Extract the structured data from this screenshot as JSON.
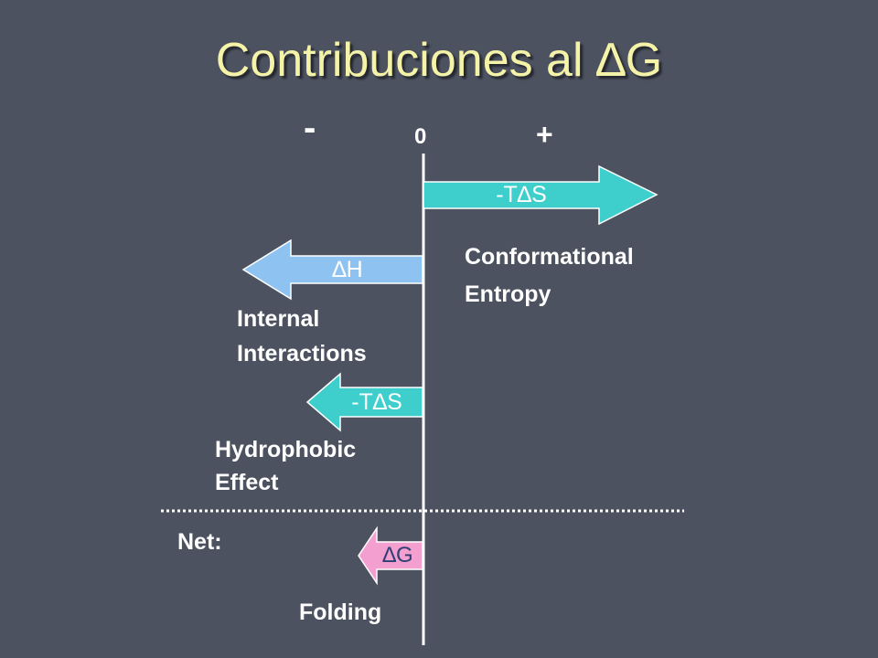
{
  "title": "Contribuciones al ∆G",
  "axis": {
    "minus": "-",
    "zero": "0",
    "plus": "+"
  },
  "arrows": [
    {
      "label": "-T∆S",
      "direction": "right",
      "color": "#3ecfcc",
      "text_color": "#ffffff"
    },
    {
      "label": "∆H",
      "direction": "left",
      "color": "#8ec2f0",
      "text_color": "#ffffff"
    },
    {
      "label": "-T∆S",
      "direction": "left",
      "color": "#3ecfcc",
      "text_color": "#ffffff"
    },
    {
      "label": "∆G",
      "direction": "left",
      "color": "#f39fcf",
      "text_color": "#2f3e73"
    }
  ],
  "labels": {
    "conformational_1": "Conformational",
    "conformational_2": "Entropy",
    "internal_1": "Internal",
    "internal_2": "Interactions",
    "hydrophobic_1": "Hydrophobic",
    "hydrophobic_2": "Effect",
    "net": "Net:",
    "folding": "Folding"
  },
  "colors": {
    "background": "#4d5260",
    "title": "#f5f3a8",
    "text": "#ffffff"
  }
}
